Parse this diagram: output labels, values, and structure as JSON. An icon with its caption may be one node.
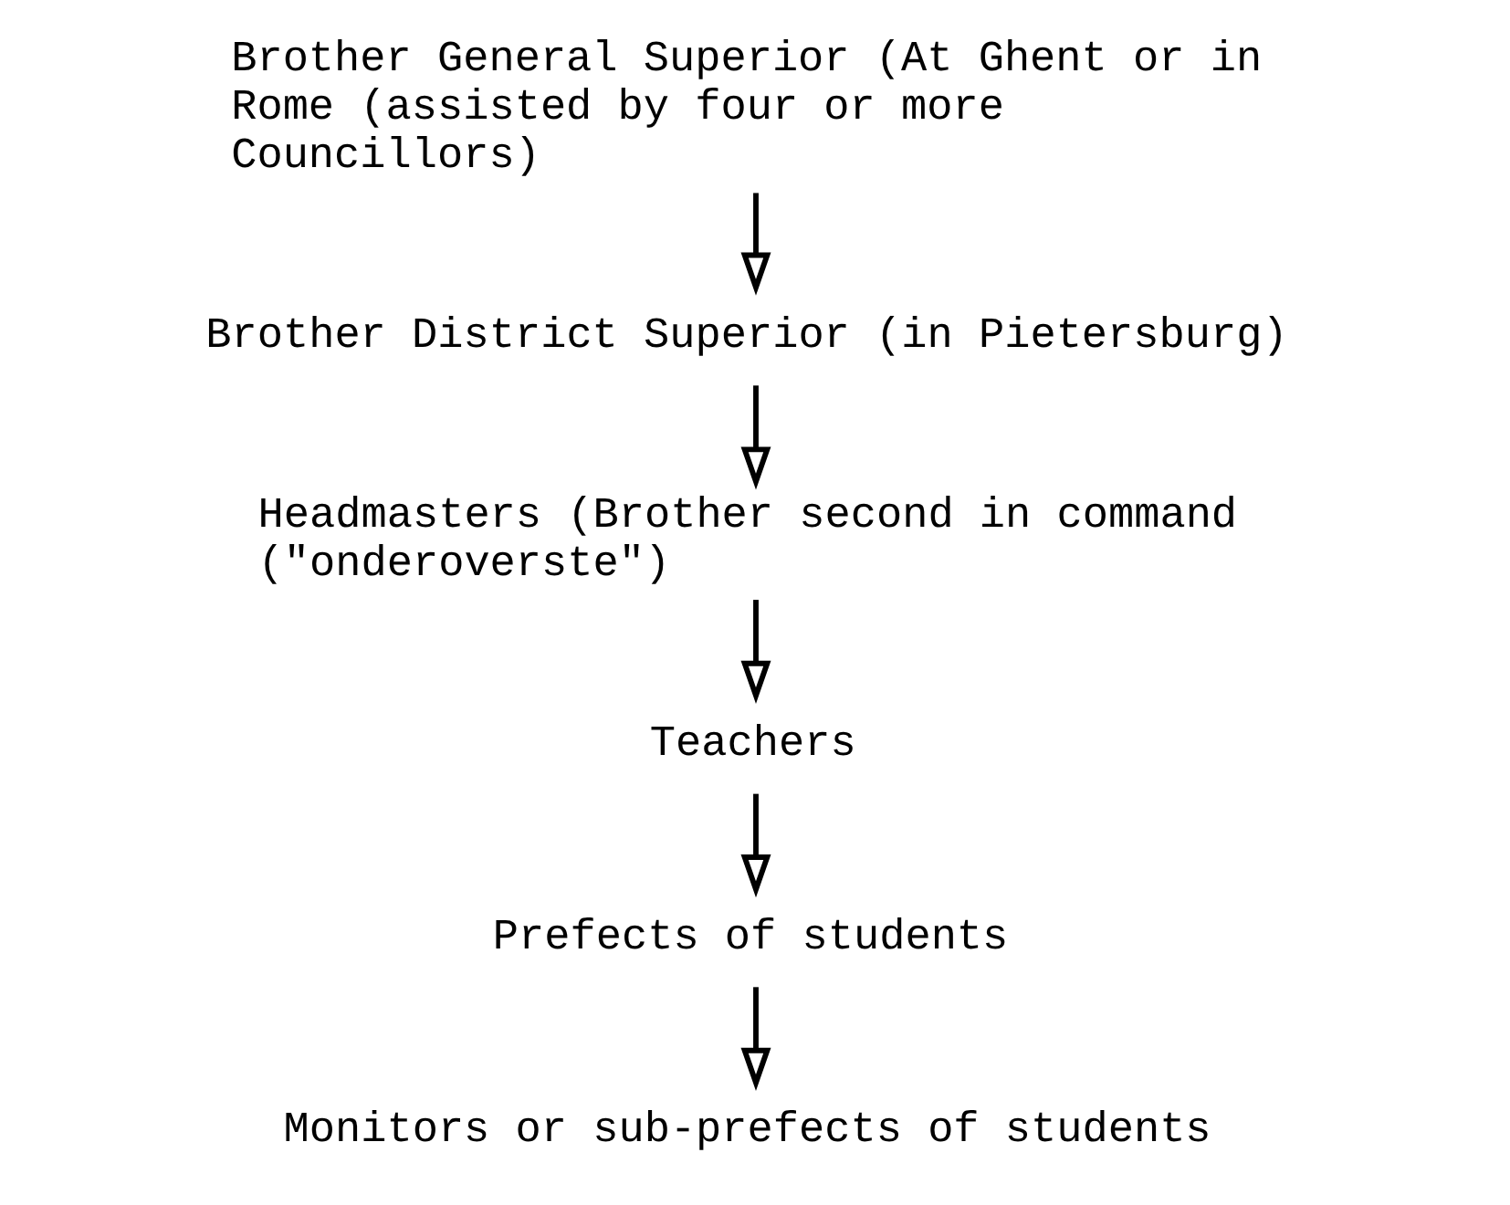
{
  "diagram": {
    "nodes": [
      {
        "text": [
          "Brother General Superior (At Ghent or in Rome (assisted by four or more Councillors)"
        ]
      },
      {
        "text": [
          "Brother District Superior (in Pietersburg)"
        ]
      },
      {
        "text": [
          "Headmasters (Brother second in command (\"onderoverste\")"
        ]
      },
      {
        "text": [
          "Teachers"
        ]
      },
      {
        "text": [
          "Prefects of students"
        ]
      },
      {
        "text": [
          "Monitors or sub-prefects of students"
        ]
      }
    ],
    "edges": [
      {
        "from": 0,
        "to": 1,
        "arrow": "to"
      },
      {
        "from": 1,
        "to": 2,
        "arrow": "to"
      },
      {
        "from": 2,
        "to": 3,
        "arrow": "to"
      },
      {
        "from": 3,
        "to": 4,
        "arrow": "to"
      },
      {
        "from": 4,
        "to": 5,
        "arrow": "to"
      }
    ]
  }
}
